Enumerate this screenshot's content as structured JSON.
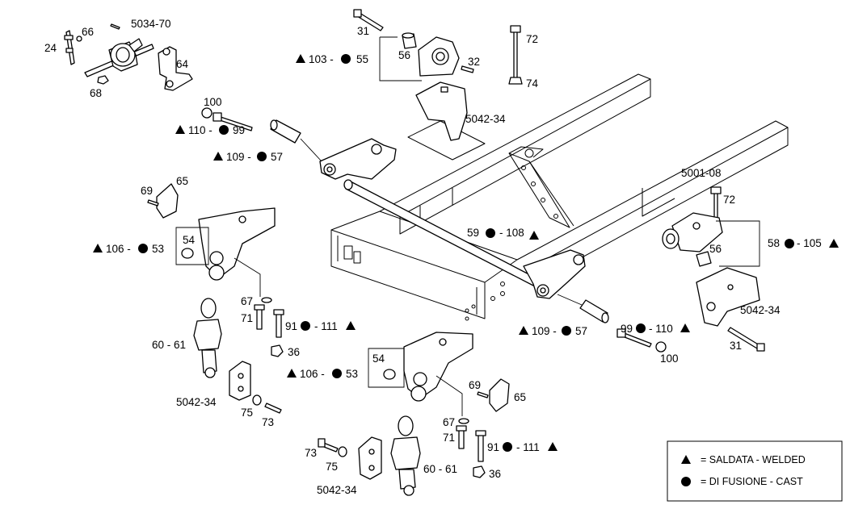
{
  "labels": {
    "l5034_70": "5034-70",
    "l24": "24",
    "l66": "66",
    "l68": "68",
    "l64": "64",
    "l31a": "31",
    "l72a": "72",
    "l74": "74",
    "l56a": "56",
    "l32": "32",
    "l103": "103 -",
    "l55": "55",
    "l5042_34a": "5042-34",
    "l100a": "100",
    "l110": "110 -",
    "l99a": "99",
    "l109a": "109 -",
    "l57a": "57",
    "l5001_08": "5001-08",
    "l72b": "72",
    "l69a": "69",
    "l65a": "65",
    "l54a": "54",
    "l106a": "106 -",
    "l53a": "53",
    "l59": "59",
    "l108": "- 108",
    "l58": "58",
    "l105": "- 105",
    "l56b": "56",
    "l5042_34b": "5042-34",
    "l67a": "67",
    "l71a": "71",
    "l91a": "91",
    "l111a": "- 111",
    "l36a": "36",
    "l60_61a": "60 - 61",
    "l109b": "109 -",
    "l57b": "57",
    "l99b": "99",
    "l110b": "- 110",
    "l100b": "100",
    "l31b": "31",
    "l5042_34c": "5042-34",
    "l75a": "75",
    "l73a": "73",
    "l54b": "54",
    "l106b": "106 -",
    "l53b": "53",
    "l69b": "69",
    "l65b": "65",
    "l67b": "67",
    "l71b": "71",
    "l91b": "91",
    "l111b": "- 111",
    "l36b": "36",
    "l73b": "73",
    "l75b": "75",
    "l60_61b": "60 - 61",
    "l5042_34d": "5042-34"
  },
  "legend": {
    "welded": "= SALDATA - WELDED",
    "cast": "= DI FUSIONE - CAST"
  },
  "symbols": {
    "triangle": "welded",
    "circle": "cast"
  }
}
